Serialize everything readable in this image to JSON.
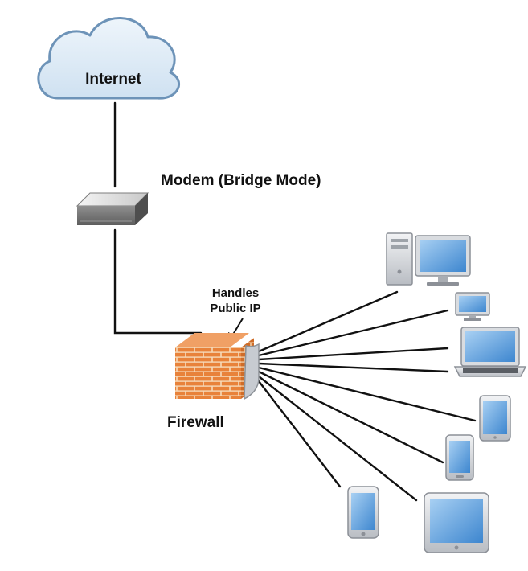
{
  "nodes": {
    "internet": {
      "label": "Internet"
    },
    "modem": {
      "label": "Modem (Bridge Mode)"
    },
    "firewall": {
      "label": "Firewall"
    },
    "annotation": {
      "line1": "Handles",
      "line2": "Public IP"
    }
  },
  "devices": [
    {
      "id": "desktop",
      "icon": "desktop-computer-icon"
    },
    {
      "id": "small-monitor",
      "icon": "small-monitor-icon"
    },
    {
      "id": "laptop",
      "icon": "laptop-icon"
    },
    {
      "id": "tablet-small",
      "icon": "tablet-icon"
    },
    {
      "id": "phone-right",
      "icon": "smartphone-icon"
    },
    {
      "id": "tablet-large",
      "icon": "tablet-icon"
    },
    {
      "id": "phone-left",
      "icon": "smartphone-icon"
    }
  ],
  "colors": {
    "cloud_fill": "#dceaf6",
    "cloud_stroke": "#6d93b8",
    "brick": "#e8823a",
    "mortar": "#f6d9b8",
    "screen": "#4f93d6",
    "device_frame": "#8c9097",
    "line": "#111111"
  }
}
